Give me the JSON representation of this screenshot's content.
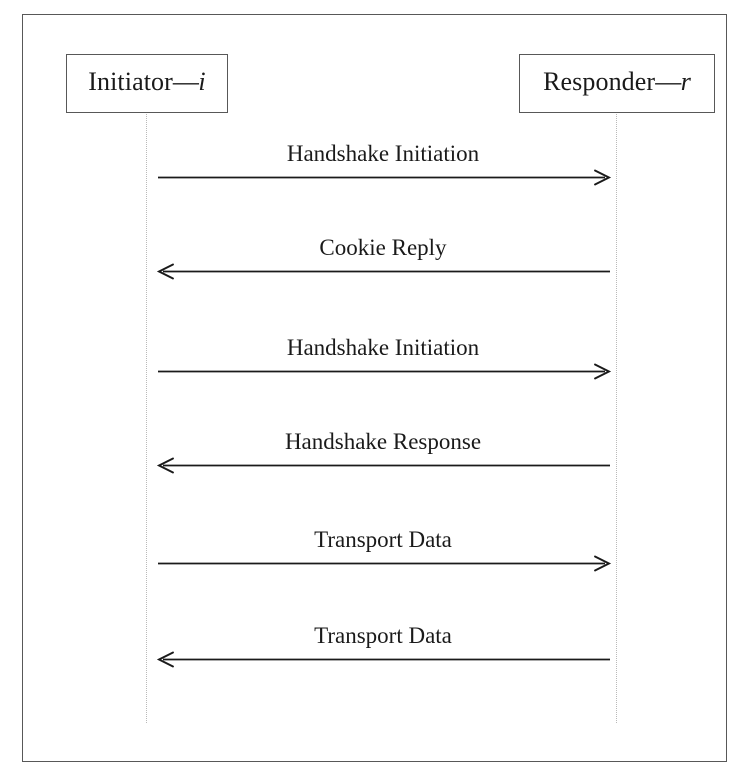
{
  "diagram": {
    "type": "sequence-diagram",
    "title": "",
    "background_color": "#ffffff",
    "frame_color": "#585858",
    "line_color": "#1a1a1a",
    "lifeline_color": "#b9b9b9",
    "actors": [
      {
        "id": "initiator",
        "name": "Initiator",
        "separator": "—",
        "symbol": "i",
        "full_label": "Initiator—i",
        "side": "left"
      },
      {
        "id": "responder",
        "name": "Responder",
        "separator": "—",
        "symbol": "r",
        "full_label": "Responder—r",
        "side": "right"
      }
    ],
    "messages": [
      {
        "index": 1,
        "label": "Handshake Initiation",
        "from": "initiator",
        "to": "responder",
        "direction": "right"
      },
      {
        "index": 2,
        "label": "Cookie Reply",
        "from": "responder",
        "to": "initiator",
        "direction": "left"
      },
      {
        "index": 3,
        "label": "Handshake Initiation",
        "from": "initiator",
        "to": "responder",
        "direction": "right"
      },
      {
        "index": 4,
        "label": "Handshake Response",
        "from": "responder",
        "to": "initiator",
        "direction": "left"
      },
      {
        "index": 5,
        "label": "Transport Data",
        "from": "initiator",
        "to": "responder",
        "direction": "right"
      },
      {
        "index": 6,
        "label": "Transport Data",
        "from": "responder",
        "to": "initiator",
        "direction": "left"
      }
    ]
  }
}
